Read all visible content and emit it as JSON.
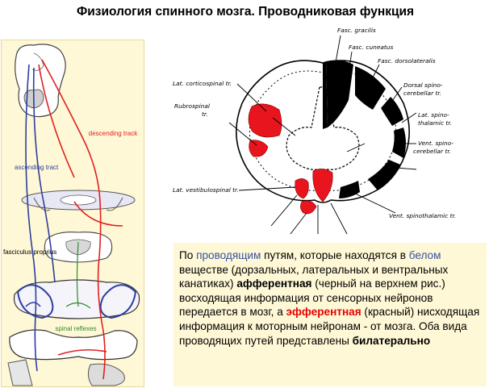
{
  "title": "Физиология спинного мозга. Проводниковая функция",
  "left_diagram": {
    "labels": {
      "descending": "descending track",
      "ascending": "ascending tract",
      "fasciculus": "fasciculus proprius",
      "spinal_reflexes": "spinal reflexes"
    },
    "colors": {
      "ascending": "#2b3f9e",
      "descending": "#e02020",
      "reflex": "#2e8b2e",
      "panel": "#fff8d6"
    }
  },
  "right_diagram": {
    "labels": {
      "fasc_gracilis": "Fasc. gracilis",
      "fasc_cuneatus": "Fasc. cuneatus",
      "fasc_dorsolateralis": "Fasc. dorsolateralis",
      "dorsal_spinocerebellar_1": "Dorsal spino-",
      "dorsal_spinocerebellar_2": "cerebellar tr.",
      "lat_spinothalamic_1": "Lat. spino-",
      "lat_spinothalamic_2": "thalamic tr.",
      "vent_spinocerebellar_1": "Vent. spino-",
      "vent_spinocerebellar_2": "cerebellar tr.",
      "vent_spinothalamic": "Vent. spinothalamic tr.",
      "lat_corticospinal": "Lat. corticospinal tr.",
      "rubrospinal_1": "Rubrospinal",
      "rubrospinal_2": "tr.",
      "lat_vestibulospinal": "Lat. vestibulospinal tr."
    },
    "colors": {
      "efferent": "#e8141e",
      "afferent": "#000000"
    }
  },
  "text": {
    "p1": "По ",
    "p2": "проводящим",
    "p3": " путям, которые находятся  в ",
    "p4": "белом",
    "p5": " веществе (дорзальных, латеральных и вентральных канатиках) ",
    "p6": "афферентная",
    "p7": " (черный на верхнем рис.) восходящая информация от сенсорных нейронов передается в мозг, а ",
    "p8": "эфферентная",
    "p9": " (красный) нисходящая информация  к моторным нейронам - от мозга. Оба вида проводящих путей представлены ",
    "p10": "билатерально"
  }
}
